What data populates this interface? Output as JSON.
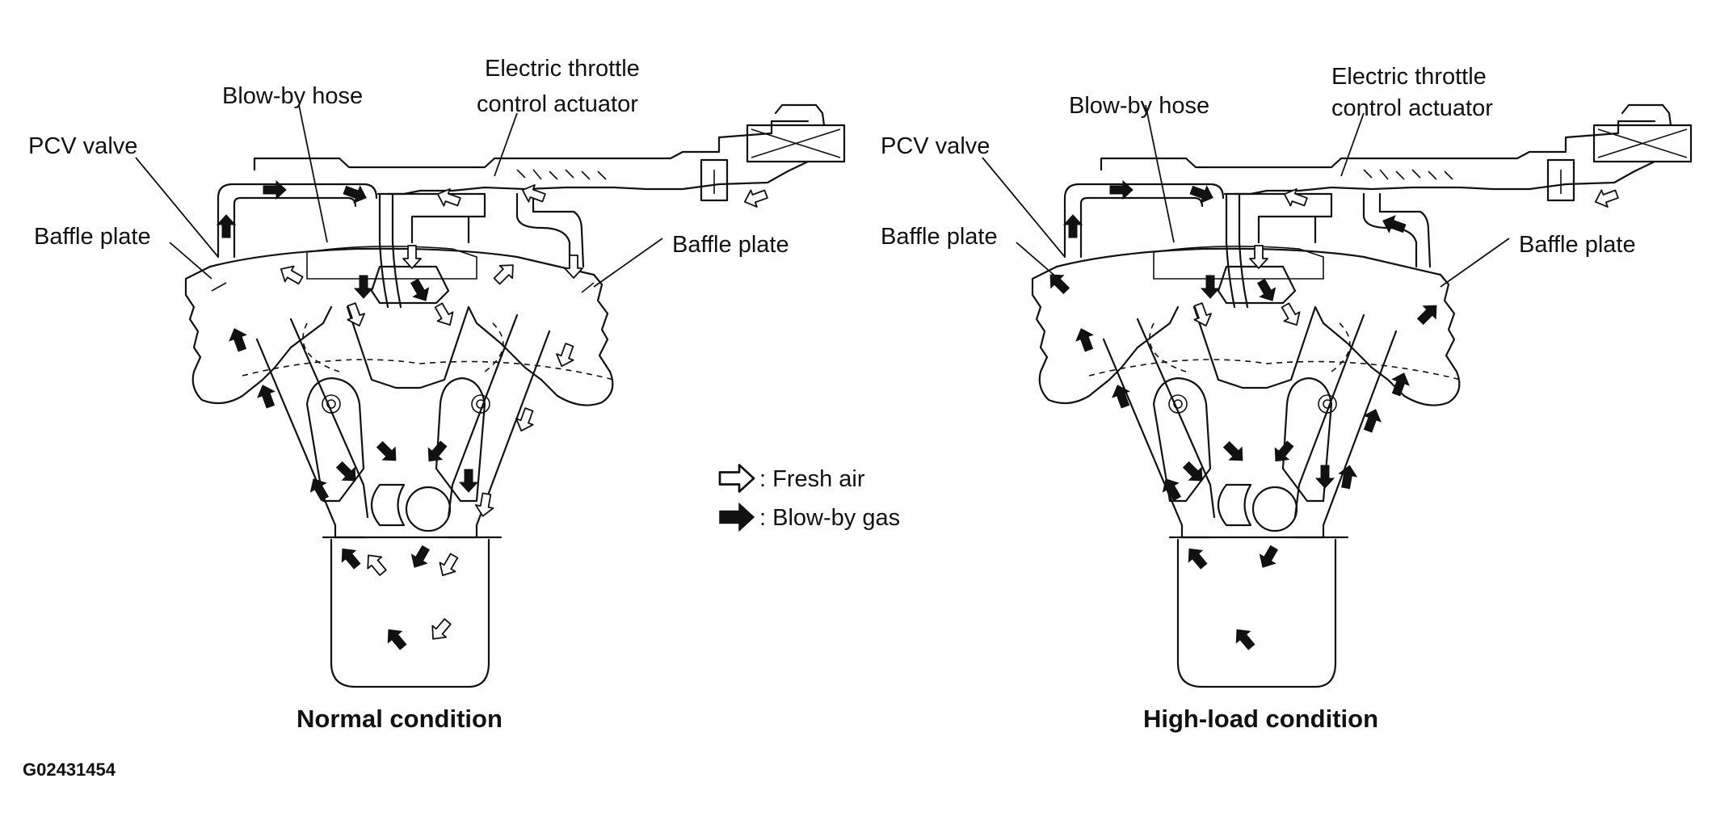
{
  "panels": [
    {
      "caption": "Normal condition",
      "labels": {
        "pcv_valve": "PCV valve",
        "blowby_hose": "Blow-by hose",
        "throttle_line1": "Electric throttle",
        "throttle_line2": "control actuator",
        "baffle_left": "Baffle plate",
        "baffle_right": "Baffle plate"
      }
    },
    {
      "caption": "High-load condition",
      "labels": {
        "pcv_valve": "PCV valve",
        "blowby_hose": "Blow-by hose",
        "throttle_line1": "Electric throttle",
        "throttle_line2": "control actuator",
        "baffle_left": "Baffle plate",
        "baffle_right": "Baffle plate"
      }
    }
  ],
  "legend": {
    "fresh_air": ": Fresh air",
    "blowby_gas": ": Blow-by gas"
  },
  "figure_id": "G02431454"
}
